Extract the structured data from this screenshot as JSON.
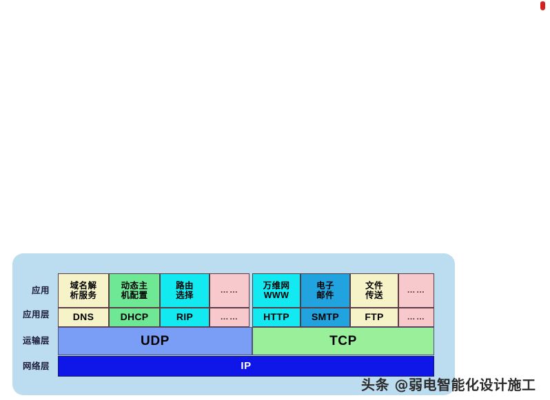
{
  "page": {
    "background": "#ffffff",
    "panel_color": "#bcdcf0"
  },
  "marks": {
    "top_right_mark": "red-mark"
  },
  "diagram": {
    "title": "",
    "row_labels": [
      "应用",
      "应用层",
      "运输层",
      "网络层"
    ],
    "application_services": [
      {
        "name": "域名解\n析服务",
        "line1": "域名解",
        "line2": "析服务",
        "color": "#f7f3c8"
      },
      {
        "name": "动态主\n机配置",
        "line1": "动态主",
        "line2": "机配置",
        "color": "#6fe896"
      },
      {
        "name": "路由\n选择",
        "line1": "路由",
        "line2": "选择",
        "color": "#12e9f1"
      },
      {
        "name": "……",
        "line1": "……",
        "line2": "",
        "color": "#f7c9cd"
      },
      {
        "name": "万维网\nWWW",
        "line1": "万维网",
        "line2": "WWW",
        "color": "#12e9f1"
      },
      {
        "name": "电子\n邮件",
        "line1": "电子",
        "line2": "邮件",
        "color": "#21a3e0"
      },
      {
        "name": "文件\n传送",
        "line1": "文件",
        "line2": "传送",
        "color": "#f7f3c8"
      },
      {
        "name": "……",
        "line1": "……",
        "line2": "",
        "color": "#f7c9cd"
      }
    ],
    "application_protocols": [
      {
        "label": "DNS",
        "color": "#f7f3c8"
      },
      {
        "label": "DHCP",
        "color": "#6fe896"
      },
      {
        "label": "RIP",
        "color": "#12e9f1"
      },
      {
        "label": "……",
        "color": "#f7c9cd"
      },
      {
        "label": "HTTP",
        "color": "#12e9f1"
      },
      {
        "label": "SMTP",
        "color": "#21a3e0"
      },
      {
        "label": "FTP",
        "color": "#f7f3c8"
      },
      {
        "label": "……",
        "color": "#f7c9cd"
      }
    ],
    "transport_protocols": [
      {
        "label": "UDP",
        "color": "#7a9ef5"
      },
      {
        "label": "TCP",
        "color": "#9af09a"
      }
    ],
    "network_protocols": [
      {
        "label": "IP",
        "color": "#0f16e8"
      }
    ]
  },
  "watermark": {
    "text": "头条 @弱电智能化设计施工"
  }
}
